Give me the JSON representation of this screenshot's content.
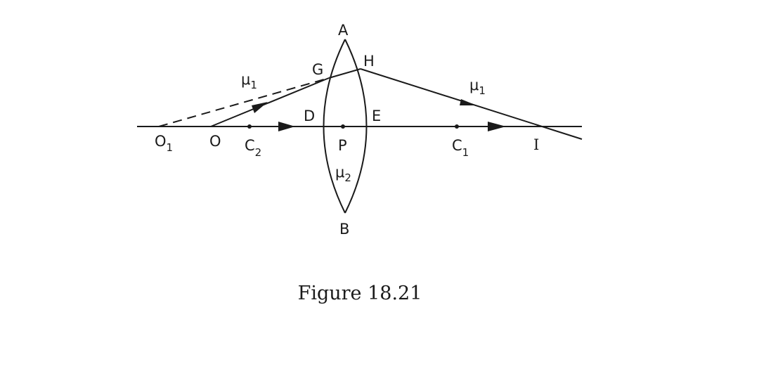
{
  "figure": {
    "caption": "Figure 18.21"
  },
  "labels": {
    "A": "A",
    "B": "B",
    "G": "G",
    "H": "H",
    "D": "D",
    "E": "E",
    "P": "P",
    "O": "O",
    "O1_main": "O",
    "O1_sub": "1",
    "C2_main": "C",
    "C2_sub": "2",
    "C1_main": "C",
    "C1_sub": "1",
    "I": "I",
    "mu1_left_main": "μ",
    "mu1_left_sub": "1",
    "mu1_right_main": "μ",
    "mu1_right_sub": "1",
    "mu2_main": "μ",
    "mu2_sub": "2"
  },
  "colors": {
    "ink": "#1a1a1a",
    "background": "#ffffff"
  }
}
